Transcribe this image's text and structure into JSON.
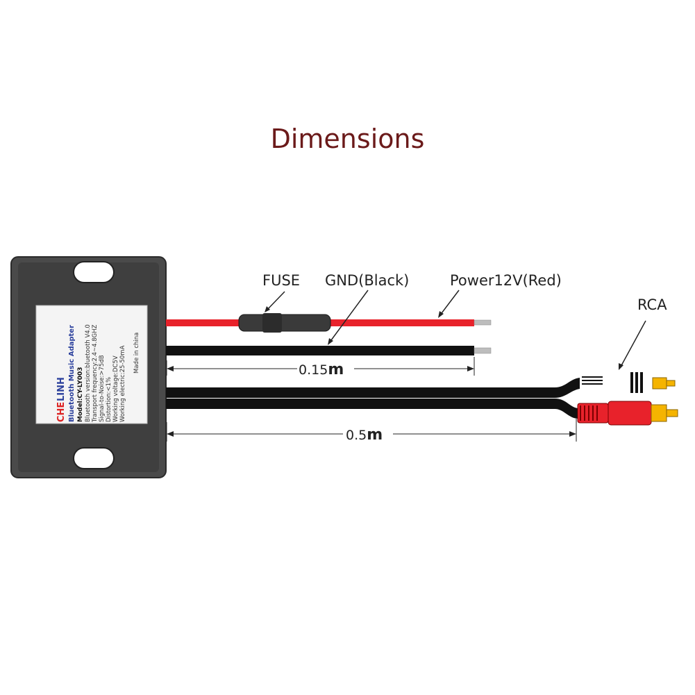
{
  "title": "Dimensions",
  "labels": {
    "fuse": "FUSE",
    "gnd": "GND(Black)",
    "power": "Power12V(Red)",
    "rca": "RCA"
  },
  "dimensions": {
    "short_prefix": "0.15",
    "short_unit": "m",
    "long_prefix": "0.5",
    "long_unit": "m"
  },
  "label_sticker": {
    "brand_che": "CHE",
    "brand_linh": "LINH",
    "product": "Bluetooth Music Adapter",
    "model": "Model:CY-LY003",
    "specs": [
      "Bluetooth version:bluetooth V4.0",
      "Transport frequency:2.4~4.8GHZ",
      "Signal-to-Noise:>75dB",
      "Distortion:<1%",
      "Working voltage:DC5V",
      "Working electric:25-50mA"
    ],
    "origin": "Made in china"
  },
  "colors": {
    "title": "#6b1a1a",
    "red_wire": "#e8222b",
    "black_wire": "#111111",
    "housing": "#4a4a4a",
    "rca_red": "#e8222b",
    "rca_yellow": "#f5b400"
  }
}
